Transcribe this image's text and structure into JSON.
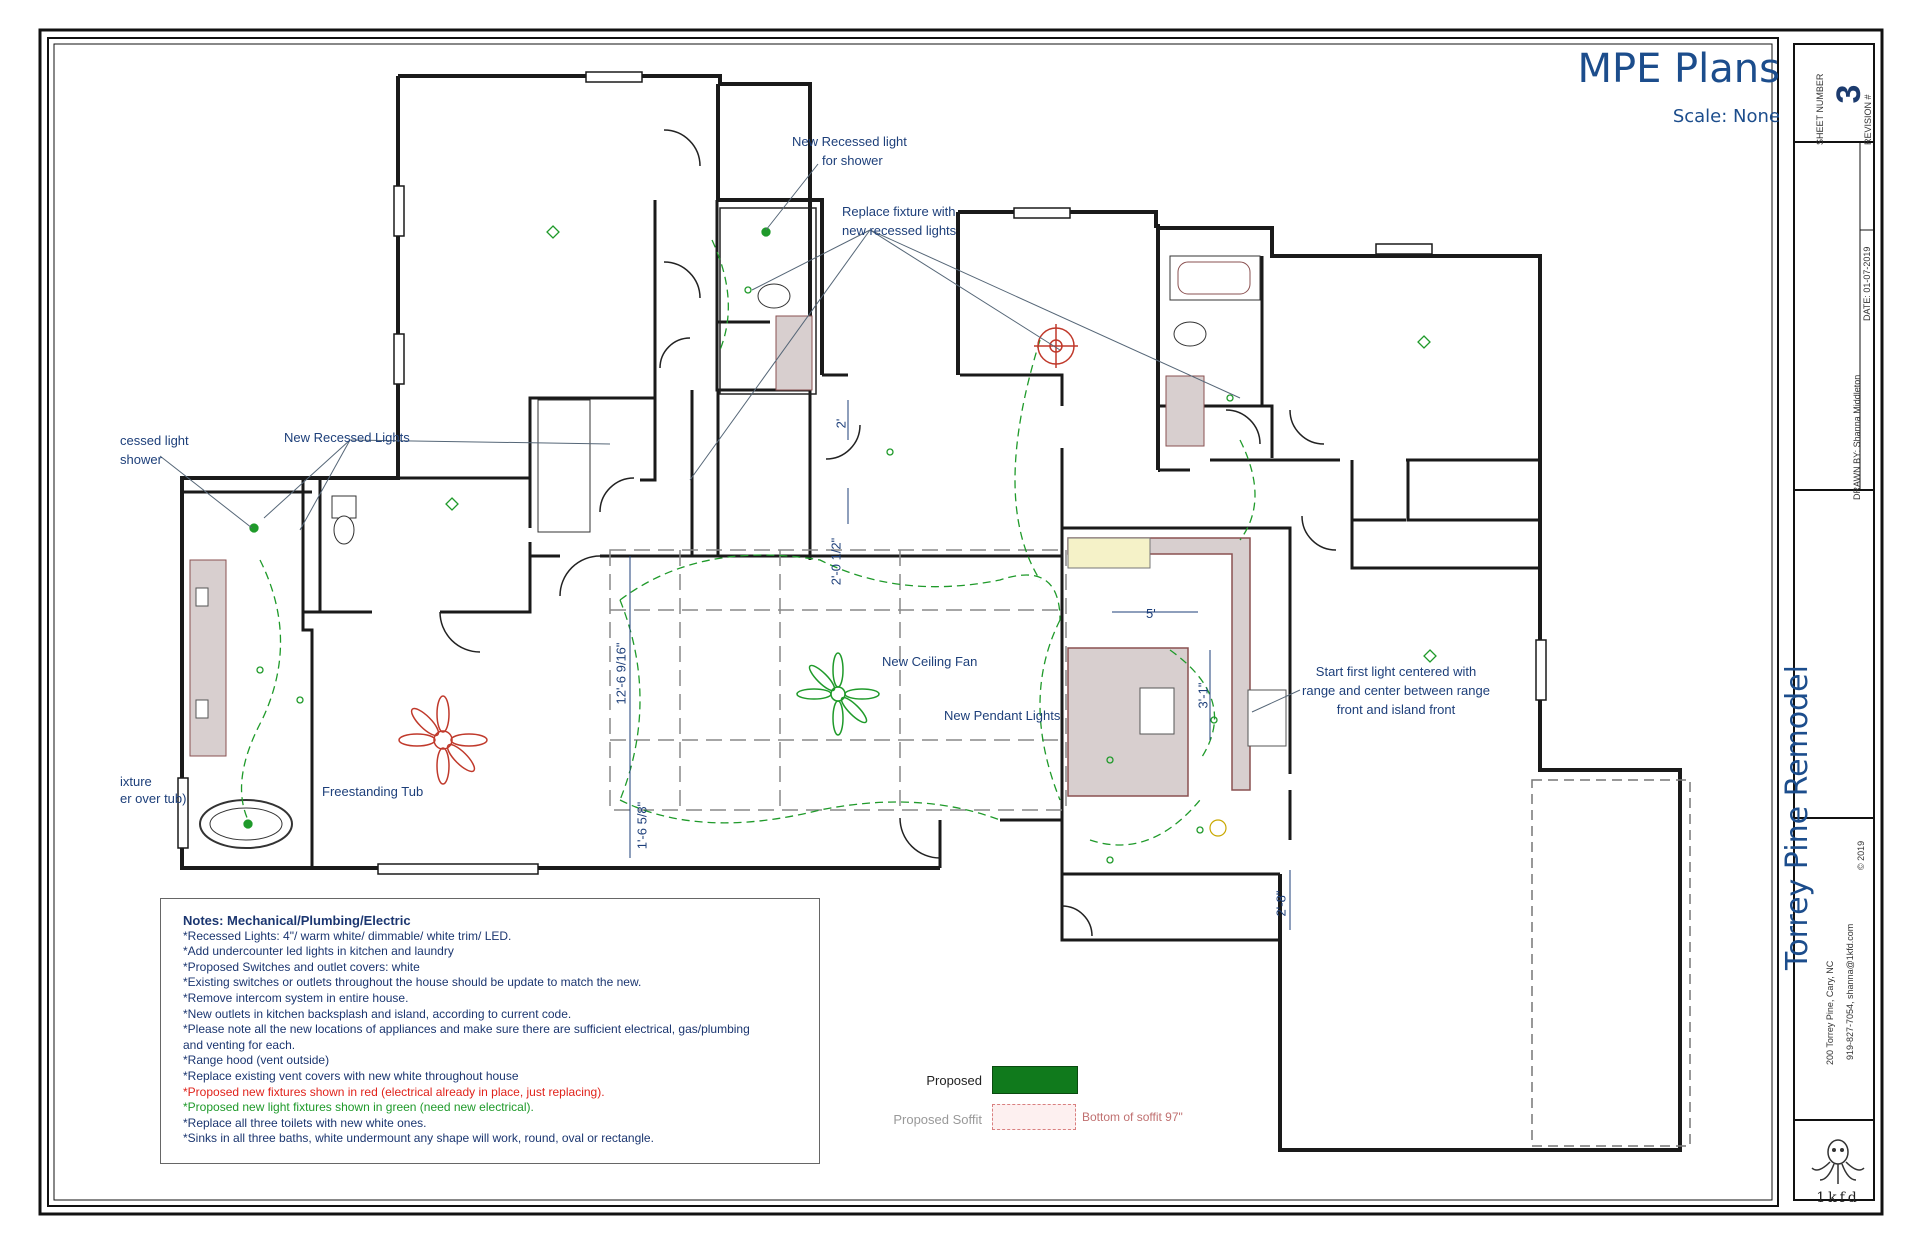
{
  "title_block": {
    "title": "MPE Plans",
    "scale": "Scale: None",
    "sheet_number_label": "SHEET NUMBER",
    "sheet_number": "3",
    "revision_label": "REVISION #",
    "date": "DATE: 01-07-2019",
    "drawn_by": "DRAWN BY: Shanna Middleton",
    "project_name": "Torrey Pine Remodel",
    "copyright": "© 2019",
    "address_line1": "200 Torrey Pine, Cary, NC",
    "address_line2": "919-827-7054, shanna@1kfd.com",
    "logo_text": "1kfd"
  },
  "annotations": {
    "new_recessed_light_shower_top": [
      "New Recessed light",
      "for shower"
    ],
    "replace_fixture": [
      "Replace fixture with",
      "new recessed lights"
    ],
    "new_recessed_lights": "New Recessed Lights",
    "recessed_light_shower_left": [
      "cessed light",
      "shower"
    ],
    "fixture_left": [
      "ixture",
      "er over tub)"
    ],
    "freestanding_tub": "Freestanding Tub",
    "new_ceiling_fan": "New Ceiling Fan",
    "new_pendant_lights": "New Pendant Lights",
    "start_first_light": [
      "Start first light centered with",
      "range and center between range",
      "front and island front"
    ]
  },
  "dimensions": {
    "d_2ft": "2'",
    "d_2ft_half": "2'-0 1/2\"",
    "d_12ft": "12'-6 9/16\"",
    "d_1ft": "1'-6 5/8\"",
    "d_5ft": "5'",
    "d_3ft": "3'-1\"",
    "d_2ft8": "2'-8\""
  },
  "notes": {
    "heading": "Notes: Mechanical/Plumbing/Electric",
    "items": [
      "*Recessed Lights: 4\"/ warm white/ dimmable/ white trim/ LED.",
      "*Add undercounter led lights in kitchen and laundry",
      "*Proposed Switches and outlet covers: white",
      "*Existing switches  or outlets throughout the house should be update to match the new.",
      "*Remove intercom system in entire house.",
      "*New outlets in kitchen backsplash and island, according to current code.",
      "*Please note all the new locations of appliances and make sure there are sufficient electrical, gas/plumbing",
      "and venting for each.",
      "*Range hood (vent outside)",
      "*Replace existing vent covers with new white throughout house"
    ],
    "red_item": "*Proposed new fixtures shown in red (electrical already in place, just replacing).",
    "green_item": "*Proposed new light fixtures shown in green (need new electrical).",
    "tail_items": [
      "*Replace all three toilets with new white ones.",
      "*Sinks in all three baths, white undermount any shape will work, round, oval or rectangle."
    ]
  },
  "legend": {
    "proposed": "Proposed",
    "proposed_soffit": "Proposed Soffit",
    "bottom_of_soffit": "Bottom of soffit 97\""
  },
  "colors": {
    "wall": "#1a1a1a",
    "electrical_new": "#1f9a2a",
    "fixture_existing": "#c0392b",
    "annotation": "#1d3f7a",
    "soffit": "#d98080",
    "proposed_fill": "#107a1c"
  }
}
